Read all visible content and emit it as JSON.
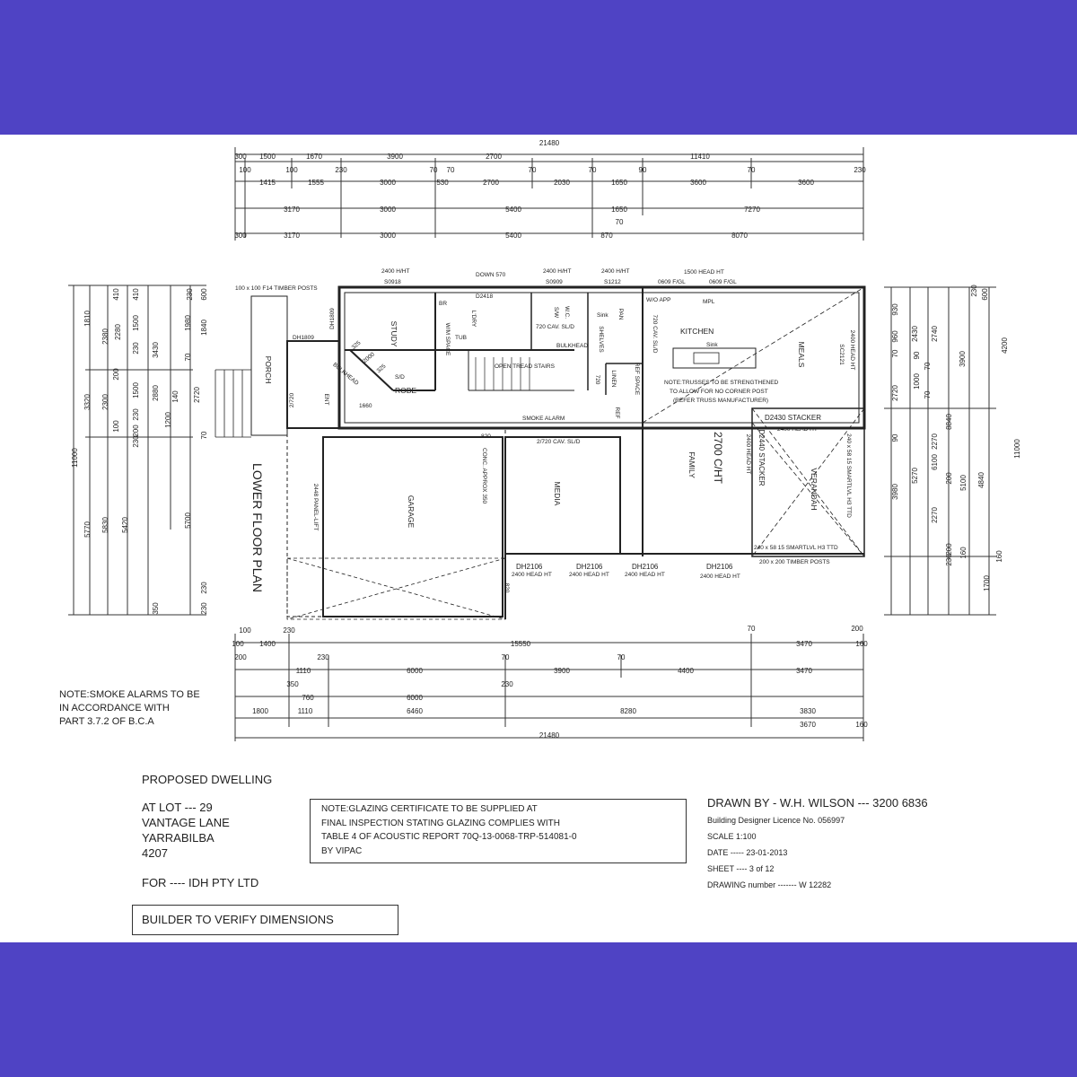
{
  "colors": {
    "frame": "#4f43c4",
    "paper": "#ffffff",
    "ink": "#222222"
  },
  "plan_title": "LOWER FLOOR PLAN",
  "dims": {
    "top_total": "21480",
    "top_row1": [
      "300",
      "1500",
      "1670",
      "3900",
      "2700",
      "11410"
    ],
    "top_row2": [
      "100",
      "100",
      "230",
      "70",
      "70",
      "70",
      "70",
      "90",
      "70",
      "230"
    ],
    "top_row3": [
      "1415",
      "1555",
      "3000",
      "530",
      "2700",
      "2030",
      "1650",
      "3600",
      "3600"
    ],
    "top_row4": [
      "3170",
      "3000",
      "5400",
      "1650",
      "7270"
    ],
    "top_row5": [
      "300",
      "3170",
      "3000",
      "5400",
      "870",
      "8070"
    ],
    "top_row5_extra": "70",
    "bottom_row1": [
      "100",
      "1400",
      "15550",
      "3470"
    ],
    "bottom_small": [
      "230",
      "70",
      "200",
      "100",
      "200",
      "160"
    ],
    "bottom_row2": [
      "1110",
      "6000",
      "3900",
      "4400",
      "3470"
    ],
    "bottom_row2_small": [
      "230",
      "70",
      "70"
    ],
    "bottom_row3": [
      "350",
      "760",
      "6000",
      "230"
    ],
    "bottom_row4": [
      "1800",
      "1110",
      "6460",
      "8280",
      "3830"
    ],
    "bottom_row5": [
      "3670",
      "160"
    ],
    "bottom_total": "21480",
    "left_col1": [
      "1810",
      "3320",
      "11000",
      "5770"
    ],
    "left_col2": [
      "2380",
      "2300",
      "5830"
    ],
    "left_col3": [
      "410",
      "2280",
      "200",
      "100",
      "5420"
    ],
    "left_col4": [
      "410",
      "1500",
      "230",
      "1500",
      "230",
      "200",
      "230",
      "350"
    ],
    "left_col5": [
      "3430",
      "2880",
      "140",
      "1200",
      "5700",
      "230"
    ],
    "left_col6": [
      "1980",
      "70",
      "2720",
      "70"
    ],
    "left_col7": [
      "600",
      "1840",
      "230",
      "230"
    ],
    "right_col1": [
      "230",
      "600",
      "2740",
      "3900",
      "4200"
    ],
    "right_col2": [
      "930",
      "960",
      "70",
      "2430",
      "90",
      "1000",
      "70",
      "2720",
      "70"
    ],
    "right_col3": [
      "8840",
      "6100",
      "11000"
    ],
    "right_col4": [
      "2270",
      "5270",
      "200",
      "5100",
      "2270",
      "4840",
      "200",
      "160"
    ],
    "right_col5": [
      "90",
      "3980",
      "230",
      "160",
      "1700"
    ]
  },
  "labels": {
    "posts_left": "100 x 100 F14 TIMBER POSTS",
    "porch": "PORCH",
    "dh1809a": "DH1809",
    "dh1809b": "DH1809",
    "ent": "ENT",
    "ent_door": "2/720",
    "study": "STUDY",
    "robe": "ROBE",
    "robe_dims": "1660",
    "bulkhead_l": "BULKHEAD",
    "bulk_dims1": "325",
    "bulk_dims2": "2000",
    "bulk_dims3": "325",
    "sl_d": "S/D",
    "w0918_ht": "2400 H/HT",
    "w0918": "S0918",
    "down": "DOWN 570",
    "d2418": "D2418",
    "lory": "L'DRY",
    "br": "BR",
    "tub": "TUB",
    "wm": "W/M SPACE",
    "w0909_ht": "2400 H/HT",
    "w0909": "S0909",
    "w1212_ht": "2400 H/HT",
    "w1212": "S1212",
    "wc": "W.C.",
    "spw": "S/W",
    "sink_wc": "Sink",
    "cav_sl": "720 CAV. SL/D",
    "bulkhead_c": "BULKHEAD",
    "shelves": "SHELVES",
    "pan": "PAN",
    "stairs": "OPEN TREAD STAIRS",
    "linen": "LINEN",
    "ref_space": "REF SPACE",
    "d720": "720",
    "head_ht": "1500 HEAD HT",
    "w0609a": "0609 F/GL",
    "w0609b": "0609 F/GL",
    "wo_app": "W/O APP",
    "mpl": "MPL",
    "cav_kitchen": "720 CAV. SL/D",
    "kitchen": "KITCHEN",
    "sink_k": "Sink",
    "meals": "MEALS",
    "sc2121": "SC2121",
    "sc_ht": "2400 HEAD HT",
    "truss_note1": "NOTE:TRUSSES TO BE STRENGTHENED",
    "truss_note2": "TO ALLOW FOR NO CORNER POST",
    "truss_note3": "(REFER TRUSS MANUFACTURER)",
    "smoke": "SMOKE ALARM",
    "cav_media": "2/720 CAV. SL/D",
    "d820a": "820",
    "d820b": "820",
    "conc": "CONC. APPROX 350",
    "garage": "GARAGE",
    "panel_lift": "2448 PANEL-LIFT",
    "media": "MEDIA",
    "family": "FAMILY",
    "ceiling": "2700 C/HT",
    "d2430": "D2430 STACKER",
    "d2430_ht": "2400 HEAD HT",
    "d2440": "D2440 STACKER",
    "d2440_ht": "2400 HEAD HT",
    "verandah": "VERANDAH",
    "smartlvl_v": "240 x 58 15 SMARTLVL H3 TTD",
    "smartlvl_h": "240 x 58 15 SMARTLVL H3 TTD",
    "posts_right": "200 x 200 TIMBER POSTS",
    "dh2106a": "DH2106",
    "dh2106a_ht": "2400 HEAD HT",
    "dh2106b": "DH2106",
    "dh2106b_ht": "2400 HEAD HT",
    "dh2106c": "DH2106",
    "dh2106c_ht": "2400 HEAD HT",
    "dh2106d": "DH2106",
    "dh2106d_ht": "2400 HEAD HT",
    "ref_frg": "REF"
  },
  "notes": {
    "smoke_note": [
      "NOTE:SMOKE ALARMS TO BE",
      "IN ACCORDANCE WITH",
      "PART 3.7.2 OF B.C.A"
    ],
    "glazing_note": [
      "NOTE:GLAZING CERTIFICATE TO BE SUPPLIED AT",
      "FINAL INSPECTION STATING GLAZING COMPLIES WITH",
      "TABLE 4 OF ACOUSTIC REPORT 70Q-13-0068-TRP-514081-0",
      "BY VIPAC"
    ]
  },
  "title_block": {
    "project": "PROPOSED  DWELLING",
    "lot": "AT LOT ---  29",
    "street": "VANTAGE LANE",
    "suburb": "YARRABILBA",
    "postcode": "4207",
    "client": "FOR ---- IDH PTY LTD",
    "builder_note": "BUILDER TO VERIFY DIMENSIONS",
    "drawn_by": "DRAWN BY  - W.H. WILSON --- 3200 6836",
    "licence": "Building Designer Licence No. 056997",
    "scale": "SCALE 1:100",
    "date": "DATE -----  23-01-2013",
    "sheet": "SHEET ----   3 of 12",
    "drawing_number": "DRAWING number  -------  W 12282"
  }
}
